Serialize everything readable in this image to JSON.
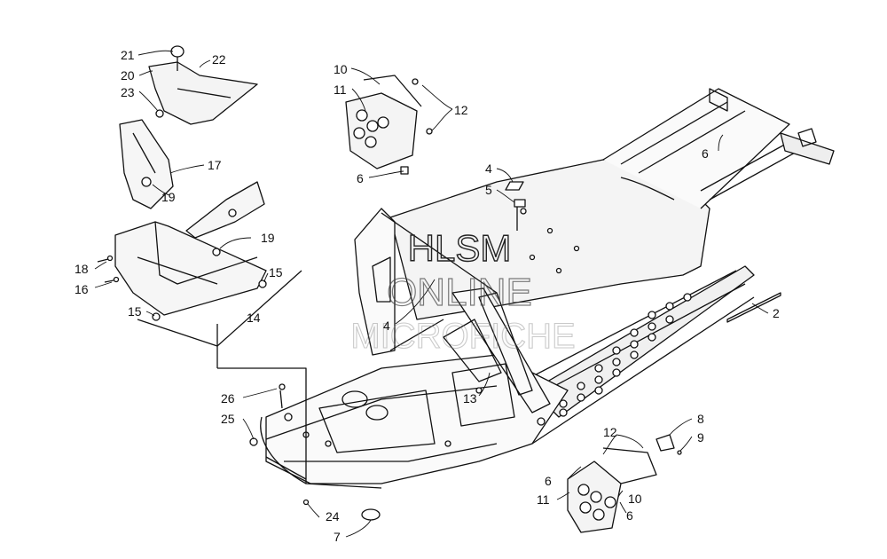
{
  "diagram": {
    "callouts": [
      {
        "id": "c21",
        "text": "21"
      },
      {
        "id": "c20",
        "text": "20"
      },
      {
        "id": "c22",
        "text": "22"
      },
      {
        "id": "c23",
        "text": "23"
      },
      {
        "id": "c17",
        "text": "17"
      },
      {
        "id": "c19a",
        "text": "19"
      },
      {
        "id": "c19b",
        "text": "19"
      },
      {
        "id": "c18",
        "text": "18"
      },
      {
        "id": "c16",
        "text": "16"
      },
      {
        "id": "c15a",
        "text": "15"
      },
      {
        "id": "c15b",
        "text": "15"
      },
      {
        "id": "c14",
        "text": "14"
      },
      {
        "id": "c10a",
        "text": "10"
      },
      {
        "id": "c11a",
        "text": "11"
      },
      {
        "id": "c12a",
        "text": "12"
      },
      {
        "id": "c6a",
        "text": "6"
      },
      {
        "id": "c4a",
        "text": "4"
      },
      {
        "id": "c5",
        "text": "5"
      },
      {
        "id": "c6b",
        "text": "6"
      },
      {
        "id": "c2",
        "text": "2"
      },
      {
        "id": "c4b",
        "text": "4"
      },
      {
        "id": "c13",
        "text": "13"
      },
      {
        "id": "c26",
        "text": "26"
      },
      {
        "id": "c25",
        "text": "25"
      },
      {
        "id": "c24",
        "text": "24"
      },
      {
        "id": "c7",
        "text": "7"
      },
      {
        "id": "c8",
        "text": "8"
      },
      {
        "id": "c9",
        "text": "9"
      },
      {
        "id": "c12b",
        "text": "12"
      },
      {
        "id": "c6c",
        "text": "6"
      },
      {
        "id": "c11b",
        "text": "11"
      },
      {
        "id": "c10b",
        "text": "10"
      },
      {
        "id": "c6d",
        "text": "6"
      }
    ]
  },
  "watermark": {
    "line1": "HLSM",
    "line2": "ONLINE",
    "line3": "MICROFICHE"
  }
}
